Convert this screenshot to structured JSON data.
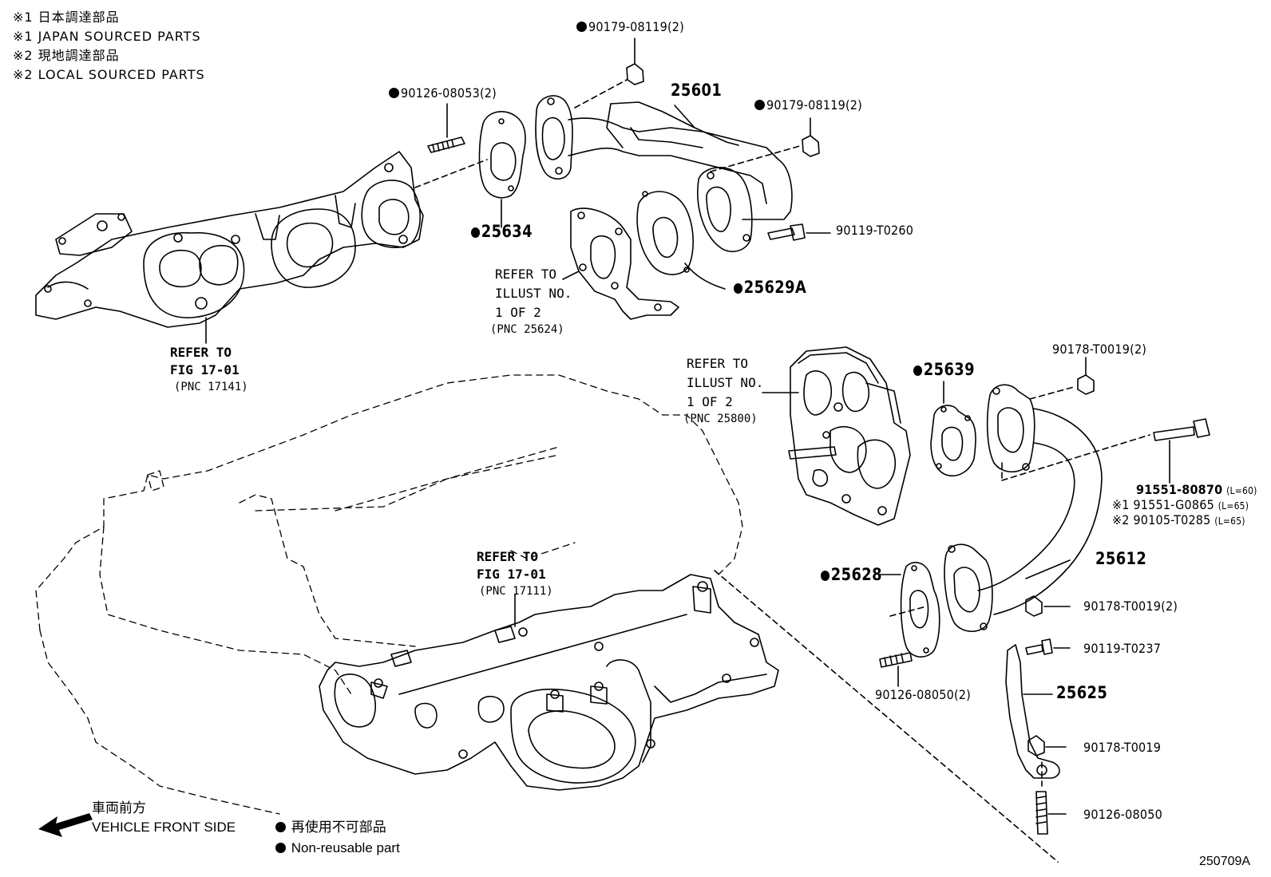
{
  "notes": {
    "line1": "※1 日本調達部品",
    "line2": "※1 JAPAN SOURCED PARTS",
    "line3": "※2 現地調達部品",
    "line4": "※2 LOCAL SOURCED PARTS"
  },
  "callouts": {
    "p_90179_a": "90179-08119(2)",
    "p_25601": "25601",
    "p_90126_08053": "90126-08053(2)",
    "p_90179_b": "90179-08119(2)",
    "p_90119_t0260": "90119-T0260",
    "p_25634": "25634",
    "p_25629a": "25629A",
    "p_25639": "25639",
    "p_90178_t0019_top": "90178-T0019(2)",
    "p_91551_80870": "91551-80870",
    "p_91551_80870_len": "(L=60)",
    "p_91551_g0865": "※1 91551-G0865",
    "p_91551_g0865_len": "(L=65)",
    "p_90105_t0285": "※2 90105-T0285",
    "p_90105_t0285_len": "(L=65)",
    "p_25612": "25612",
    "p_25628": "25628",
    "p_90178_t0019_mid": "90178-T0019(2)",
    "p_90119_t0237": "90119-T0237",
    "p_90126_08050_2": "90126-08050(2)",
    "p_25625": "25625",
    "p_90178_t0019_single": "90178-T0019",
    "p_90126_08050": "90126-08050"
  },
  "references": {
    "ref1": {
      "l1": "REFER TO",
      "l2": "ILLUST NO.",
      "l3": "1 OF 2",
      "l4": "(PNC 25624)"
    },
    "ref2": {
      "l1": "REFER TO",
      "l2": "FIG 17-01",
      "l3": "(PNC 17141)"
    },
    "ref3": {
      "l1": "REFER TO",
      "l2": "ILLUST NO.",
      "l3": "1 OF 2",
      "l4": "(PNC 25800)"
    },
    "ref4": {
      "l1": "REFER TO",
      "l2": "FIG 17-01",
      "l3": "(PNC 17111)"
    }
  },
  "legend": {
    "front_jp": "車両前方",
    "front_en": "VEHICLE FRONT SIDE",
    "nonreuse_jp": "再使用不可部品",
    "nonreuse_en": "Non-reusable part"
  },
  "illustration_id": "250709A"
}
